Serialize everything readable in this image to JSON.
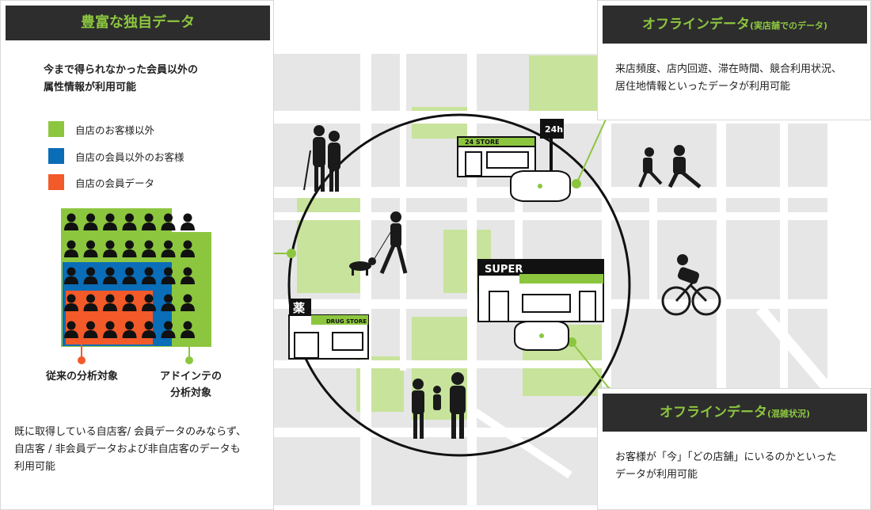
{
  "left_panel": {
    "title": "豊富な独自データ",
    "intro_line1": "今まで得られなかった会員以外の",
    "intro_line2": "属性情報が利用可能",
    "legend": [
      {
        "label": "自店のお客様以外",
        "color": "#8cc63f"
      },
      {
        "label": "自店の会員以外のお客様",
        "color": "#0a6db8"
      },
      {
        "label": "自店の会員データ",
        "color": "#f25a29"
      }
    ],
    "caption_left": "従来の分析対象",
    "caption_right_line1": "アドインテの",
    "caption_right_line2": "分析対象",
    "footer_line1": "既に取得している自店客/ 会員データのみならず、",
    "footer_line2": "自店客 / 非会員データおよび非自店客のデータも",
    "footer_line3": "利用可能"
  },
  "top_right_panel": {
    "title": "オフラインデータ",
    "title_note": "(実店舗でのデータ)",
    "body_line1": "来店頻度、店内回遊、滞在時間、競合利用状況、",
    "body_line2": "居住地情報といったデータが利用可能"
  },
  "bottom_right_panel": {
    "title": "オフラインデータ",
    "title_note": "(混雑状況)",
    "body_line1": "お客様が「今」「どの店舗」にいるのかといった",
    "body_line2": "データが利用可能"
  },
  "map": {
    "store_24_sign": "24 STORE",
    "store_24_pole": "24h",
    "super_sign": "SUPER",
    "drug_kanji": "薬",
    "drug_sign": "DRUG STORE"
  },
  "colors": {
    "accent": "#8cc63f",
    "dark": "#2d2d2d",
    "blue": "#0a6db8",
    "orange": "#f25a29"
  }
}
